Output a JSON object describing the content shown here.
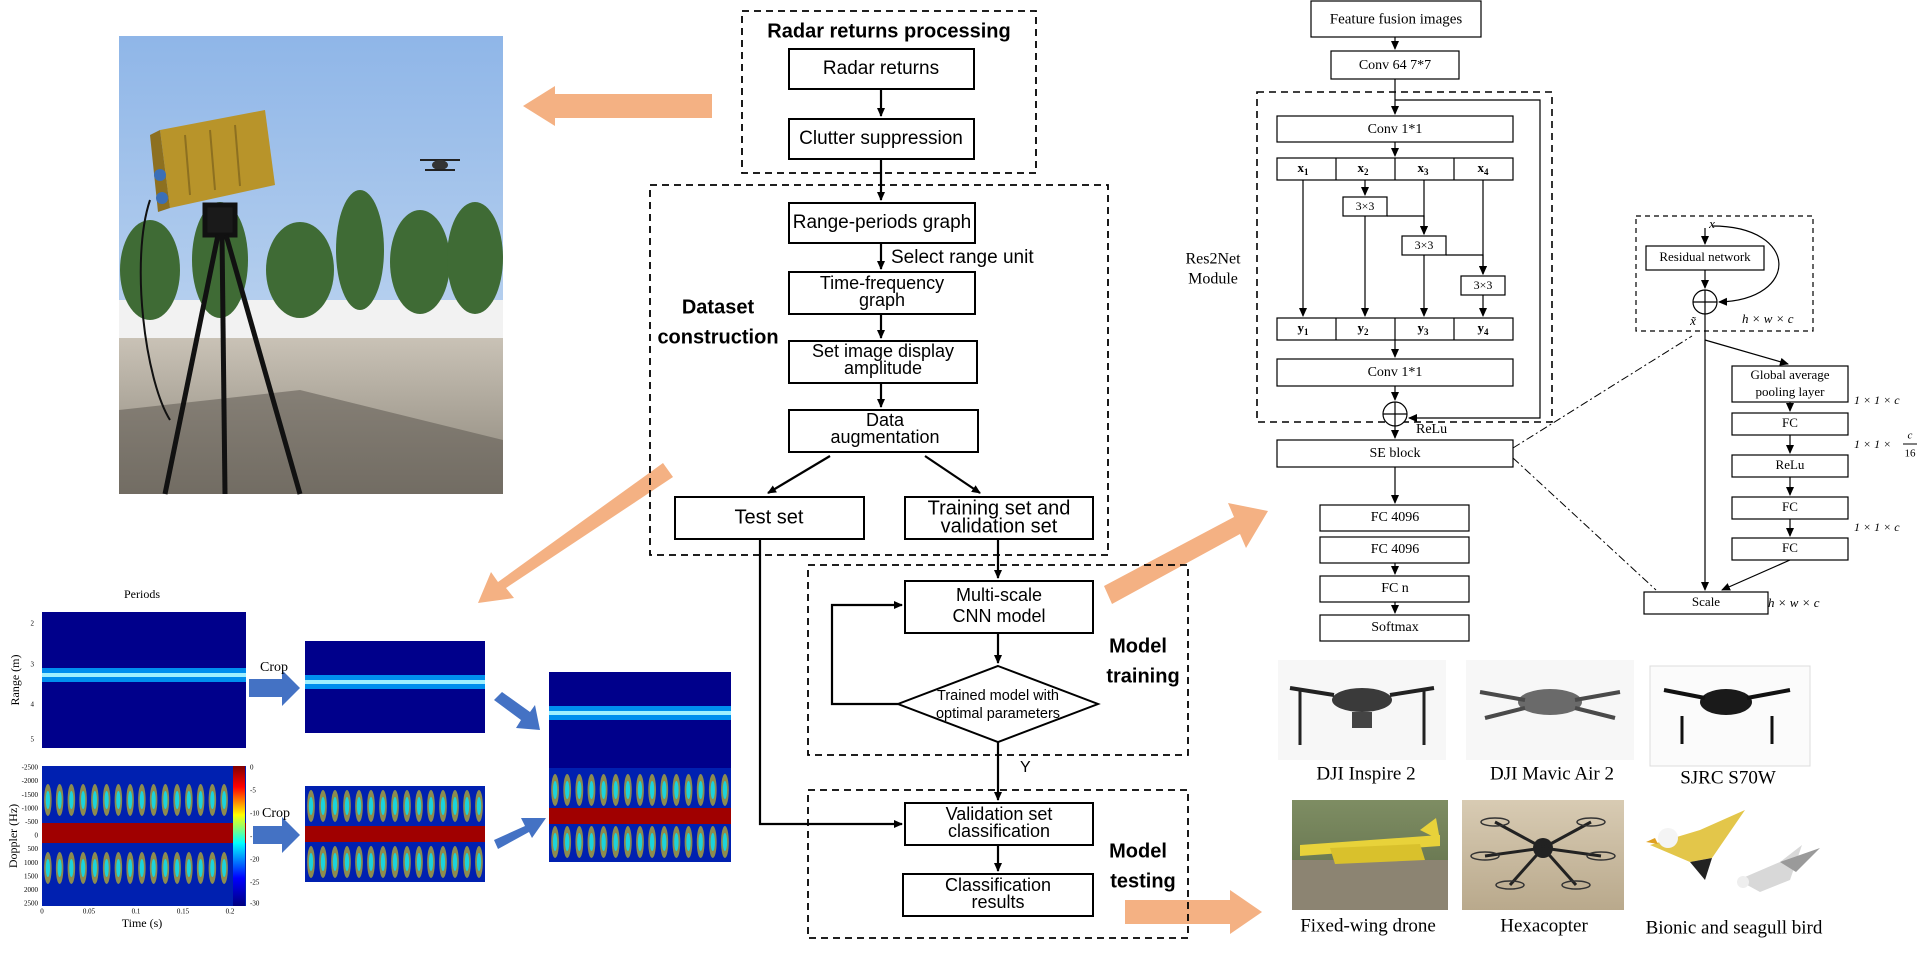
{
  "flow": {
    "radar_processing_title": "Radar returns processing",
    "radar_returns": "Radar returns",
    "clutter_suppression": "Clutter suppression",
    "dataset_title_line1": "Dataset",
    "dataset_title_line2": "construction",
    "range_periods": "Range-periods graph",
    "select_range_unit": "Select range unit",
    "time_frequency_line1": "Time-frequency",
    "time_frequency_line2": "graph",
    "set_amplitude_line1": "Set image display",
    "set_amplitude_line2": "amplitude",
    "data_aug_line1": "Data",
    "data_aug_line2": "augmentation",
    "test_set": "Test set",
    "train_val_line1": "Training set and",
    "train_val_line2": "validation set",
    "model_training_line1": "Model",
    "model_training_line2": "training",
    "multiscale_line1": "Multi-scale",
    "multiscale_line2": "CNN model",
    "trained_line1": "Trained model with",
    "trained_line2": "optimal parameters",
    "y_label": "Y",
    "model_testing_line1": "Model",
    "model_testing_line2": "testing",
    "val_class_line1": "Validation set",
    "val_class_line2": "classification",
    "class_results_line1": "Classification",
    "class_results_line2": "results"
  },
  "network": {
    "feature_fusion": "Feature fusion images",
    "conv64": "Conv 64 7*7",
    "res2net_line1": "Res2Net",
    "res2net_line2": "Module",
    "conv11_top": "Conv 1*1",
    "x1": "x",
    "x1_sub": "1",
    "x2": "x",
    "x2_sub": "2",
    "x3": "x",
    "x3_sub": "3",
    "x4": "x",
    "x4_sub": "4",
    "k1": "3×3",
    "k2": "3×3",
    "k3": "3×3",
    "y1": "y",
    "y1_sub": "1",
    "y2": "y",
    "y2_sub": "2",
    "y3": "y",
    "y3_sub": "3",
    "y4": "y",
    "y4_sub": "4",
    "conv11_bottom": "Conv 1*1",
    "relu": "ReLu",
    "se_block": "SE block",
    "fc4096a": "FC 4096",
    "fc4096b": "FC 4096",
    "fcn": "FC n",
    "softmax": "Softmax"
  },
  "se": {
    "x_in": "x",
    "residual": "Residual network",
    "x_tilde": "x̃",
    "hwc_top": "h × w × c",
    "gap_line1": "Global average",
    "gap_line2": "pooling layer",
    "dim1": "1 × 1 × c",
    "fc1": "FC",
    "dim2_prefix": "1 × 1 ×",
    "dim2_num": "c",
    "dim2_den": "16",
    "relu": "ReLu",
    "fc2": "FC",
    "dim3": "1 × 1 × c",
    "fc3": "FC",
    "scale": "Scale",
    "hwc_bottom": "h × w × c"
  },
  "spectro": {
    "periods_title": "Periods",
    "range_ylabel": "Range (m)",
    "doppler_ylabel": "Doppler (Hz)",
    "time_xlabel": "Time (s)",
    "crop1": "Crop",
    "crop2": "Crop",
    "doppler_ticks": [
      "-2500",
      "-2000",
      "-1500",
      "-1000",
      "-500",
      "0",
      "500",
      "1000",
      "1500",
      "2000",
      "2500"
    ],
    "range_ticks": [
      "2",
      "3",
      "4",
      "5"
    ],
    "time_ticks": [
      "0",
      "0.05",
      "0.1",
      "0.15",
      "0.2"
    ],
    "colorbar_ticks": [
      "0",
      "-5",
      "-10",
      "-15",
      "-20",
      "-25",
      "-30"
    ]
  },
  "targets": {
    "inspire": "DJI Inspire 2",
    "mavic": "DJI Mavic Air 2",
    "sjrc": "SJRC S70W",
    "fixedwing": "Fixed-wing drone",
    "hexa": "Hexacopter",
    "bionic": "Bionic and seagull bird"
  },
  "colors": {
    "arrow_orange": "#f4b183",
    "arrow_blue": "#4472c4",
    "spectro_dark": "#00008b",
    "spectro_mid": "#00b4ff"
  }
}
